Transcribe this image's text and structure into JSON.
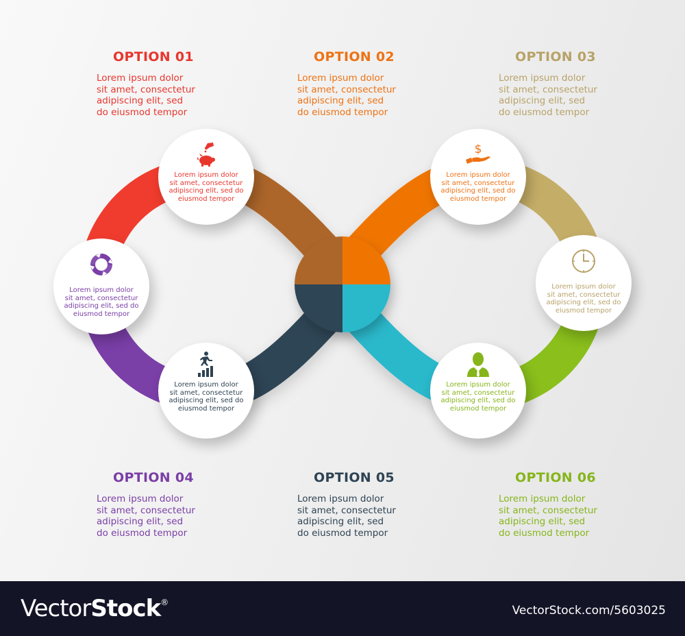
{
  "colors": {
    "opt1": "#e8362d",
    "opt2": "#ee7213",
    "opt3": "#b7a268",
    "opt4": "#7a3ea6",
    "opt5": "#2e4353",
    "opt6": "#86b51b",
    "band_red": "#f03c2e",
    "band_brown": "#ad662a",
    "band_orange": "#f07400",
    "band_tan": "#c4ad67",
    "band_purple": "#7b3fa8",
    "band_navy": "#2e4554",
    "band_cyan": "#29b8cb",
    "band_green": "#8abf1c"
  },
  "options": [
    {
      "title": "OPTION 01",
      "lines": [
        "Lorem ipsum dolor",
        "sit amet, consectetur",
        "adipiscing elit, sed",
        "do eiusmod tempor"
      ]
    },
    {
      "title": "OPTION 02",
      "lines": [
        "Lorem ipsum dolor",
        "sit amet, consectetur",
        "adipiscing elit, sed",
        "do eiusmod tempor"
      ]
    },
    {
      "title": "OPTION 03",
      "lines": [
        "Lorem ipsum dolor",
        "sit amet, consectetur",
        "adipiscing elit, sed",
        "do eiusmod tempor"
      ]
    },
    {
      "title": "OPTION 04",
      "lines": [
        "Lorem ipsum dolor",
        "sit amet, consectetur",
        "adipiscing elit, sed",
        "do eiusmod tempor"
      ]
    },
    {
      "title": "OPTION 05",
      "lines": [
        "Lorem ipsum dolor",
        "sit amet, consectetur",
        "adipiscing elit, sed",
        "do eiusmod tempor"
      ]
    },
    {
      "title": "OPTION 06",
      "lines": [
        "Lorem ipsum dolor",
        "sit amet, consectetur",
        "adipiscing elit, sed",
        "do eiusmod tempor"
      ]
    }
  ],
  "bubbles": [
    {
      "icon": "piggy-bank-icon",
      "lines": [
        "Lorem ipsum dolor",
        "sit amet, consectetur",
        "adipiscing elit, sed do",
        "eiusmod tempor"
      ]
    },
    {
      "icon": "dollar-hand-icon",
      "lines": [
        "Lorem ipsum dolor",
        "sit amet, consectetur",
        "adipiscing elit, sed do",
        "eiusmod tempor"
      ]
    },
    {
      "icon": "refresh-cycle-icon",
      "lines": [
        "Lorem ipsum dolor",
        "sit amet, consectetur",
        "adipiscing elit, sed do",
        "eiusmod tempor"
      ]
    },
    {
      "icon": "clock-icon",
      "lines": [
        "Lorem ipsum dolor",
        "sit amet, consectetur",
        "adipiscing elit, sed do",
        "eiusmod tempor"
      ]
    },
    {
      "icon": "growth-runner-icon",
      "lines": [
        "Lorem ipsum dolor",
        "sit amet, consectetur",
        "adipiscing elit, sed do",
        "eiusmod tempor"
      ]
    },
    {
      "icon": "businessman-icon",
      "lines": [
        "Lorem ipsum dolor",
        "sit amet, consectetur",
        "adipiscing elit, sed do",
        "eiusmod tempor"
      ]
    }
  ],
  "footer": {
    "brand_light": "Vector",
    "brand_bold": "Stock",
    "brand_reg": "®",
    "url": "VectorStock.com/5603025"
  }
}
